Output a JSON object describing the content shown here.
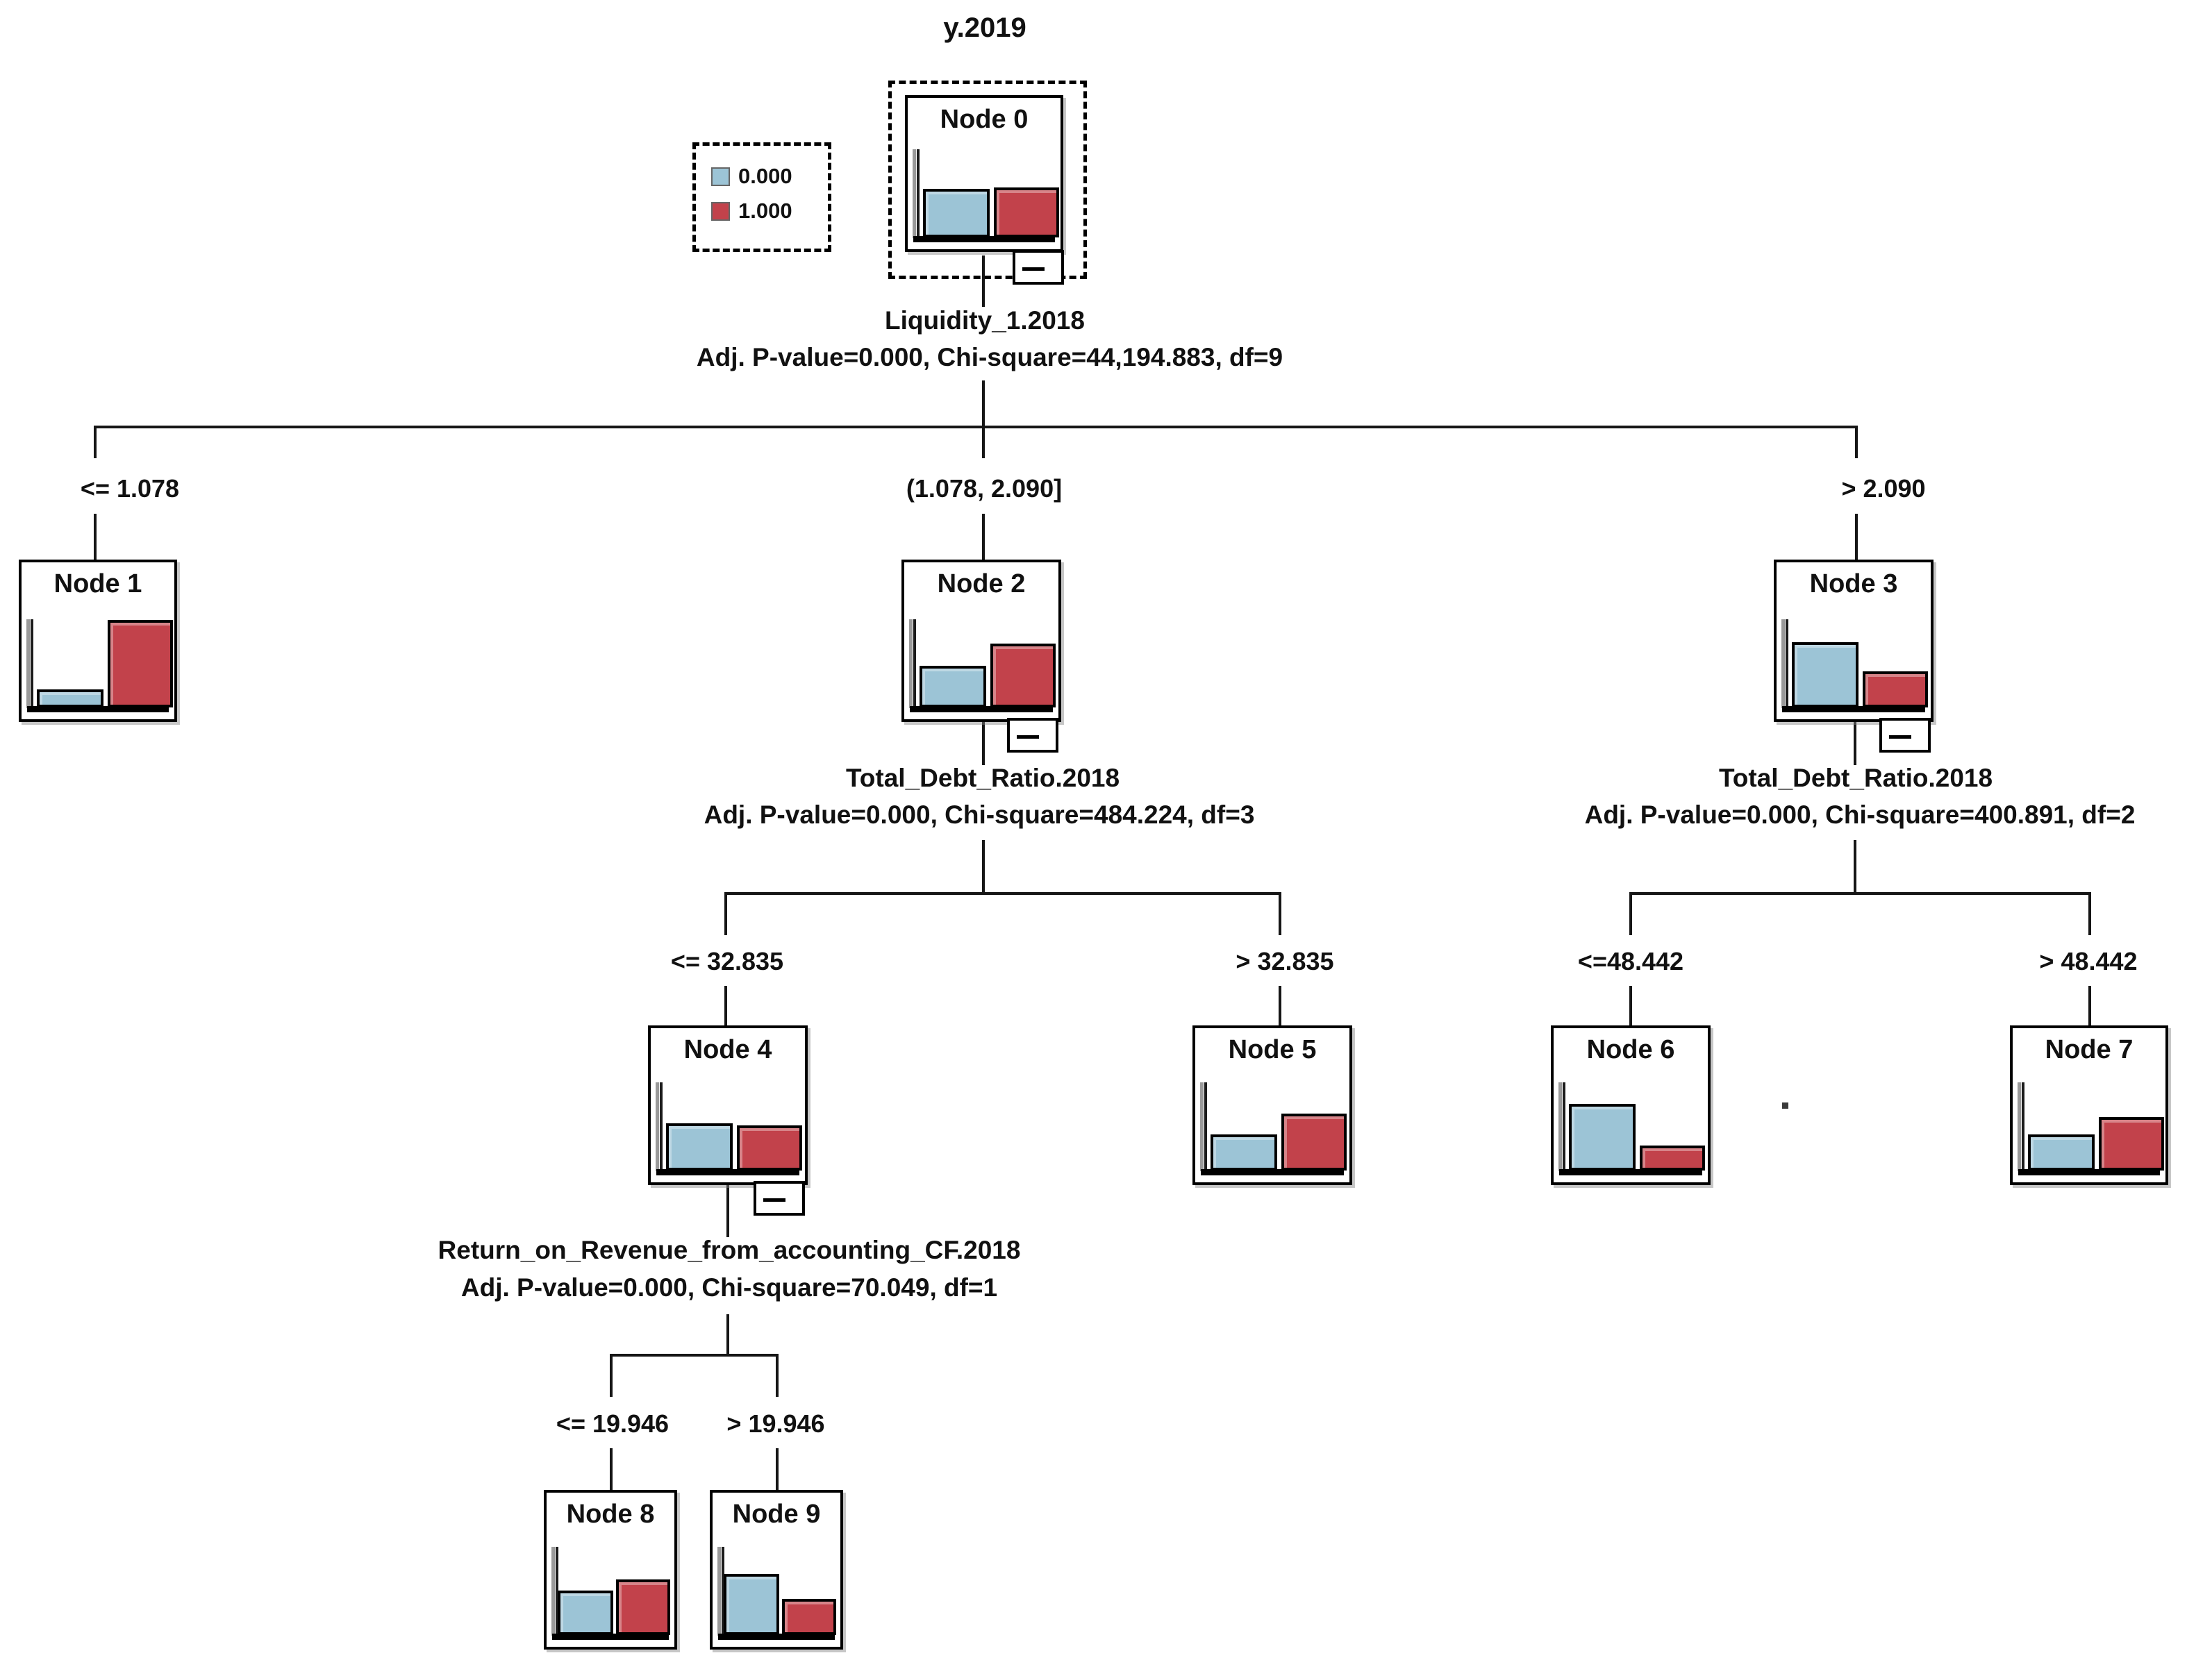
{
  "title": "y.2019",
  "colors": {
    "class0": "#9CC4D6",
    "class1": "#C2424B"
  },
  "legend": {
    "items": [
      {
        "label": "0.000"
      },
      {
        "label": "1.000"
      }
    ]
  },
  "splits": [
    {
      "variable": "Liquidity_1.2018",
      "stats": "Adj. P-value=0.000, Chi-square=44,194.883, df=9"
    },
    {
      "variable": "Total_Debt_Ratio.2018",
      "stats": "Adj. P-value=0.000, Chi-square=484.224, df=3"
    },
    {
      "variable": "Total_Debt_Ratio.2018",
      "stats": "Adj. P-value=0.000, Chi-square=400.891, df=2"
    },
    {
      "variable": "Return_on_Revenue_from_accounting_CF.2018",
      "stats": "Adj. P-value=0.000, Chi-square=70.049, df=1"
    }
  ],
  "branches": [
    {
      "label": "<= 1.078"
    },
    {
      "label": "(1.078, 2.090]"
    },
    {
      "label": "> 2.090"
    },
    {
      "label": "<= 32.835"
    },
    {
      "label": "> 32.835"
    },
    {
      "label": "<=48.442"
    },
    {
      "label": "> 48.442"
    },
    {
      "label": "<= 19.946"
    },
    {
      "label": "> 19.946"
    }
  ],
  "nodes": [
    {
      "label": "Node 0",
      "bars": [
        70,
        72
      ],
      "collapsible": true,
      "selected": true
    },
    {
      "label": "Node 1",
      "bars": [
        26,
        126
      ],
      "collapsible": false,
      "selected": false
    },
    {
      "label": "Node 2",
      "bars": [
        60,
        92
      ],
      "collapsible": true,
      "selected": false
    },
    {
      "label": "Node 3",
      "bars": [
        94,
        52
      ],
      "collapsible": true,
      "selected": false
    },
    {
      "label": "Node 4",
      "bars": [
        68,
        65
      ],
      "collapsible": true,
      "selected": false
    },
    {
      "label": "Node 5",
      "bars": [
        52,
        82
      ],
      "collapsible": false,
      "selected": false
    },
    {
      "label": "Node 6",
      "bars": [
        96,
        36
      ],
      "collapsible": false,
      "selected": false
    },
    {
      "label": "Node 7",
      "bars": [
        52,
        77
      ],
      "collapsible": false,
      "selected": false
    },
    {
      "label": "Node 8",
      "bars": [
        64,
        80
      ],
      "collapsible": false,
      "selected": false
    },
    {
      "label": "Node 9",
      "bars": [
        88,
        52
      ],
      "collapsible": false,
      "selected": false
    }
  ],
  "collapse_button_symbol": "-"
}
